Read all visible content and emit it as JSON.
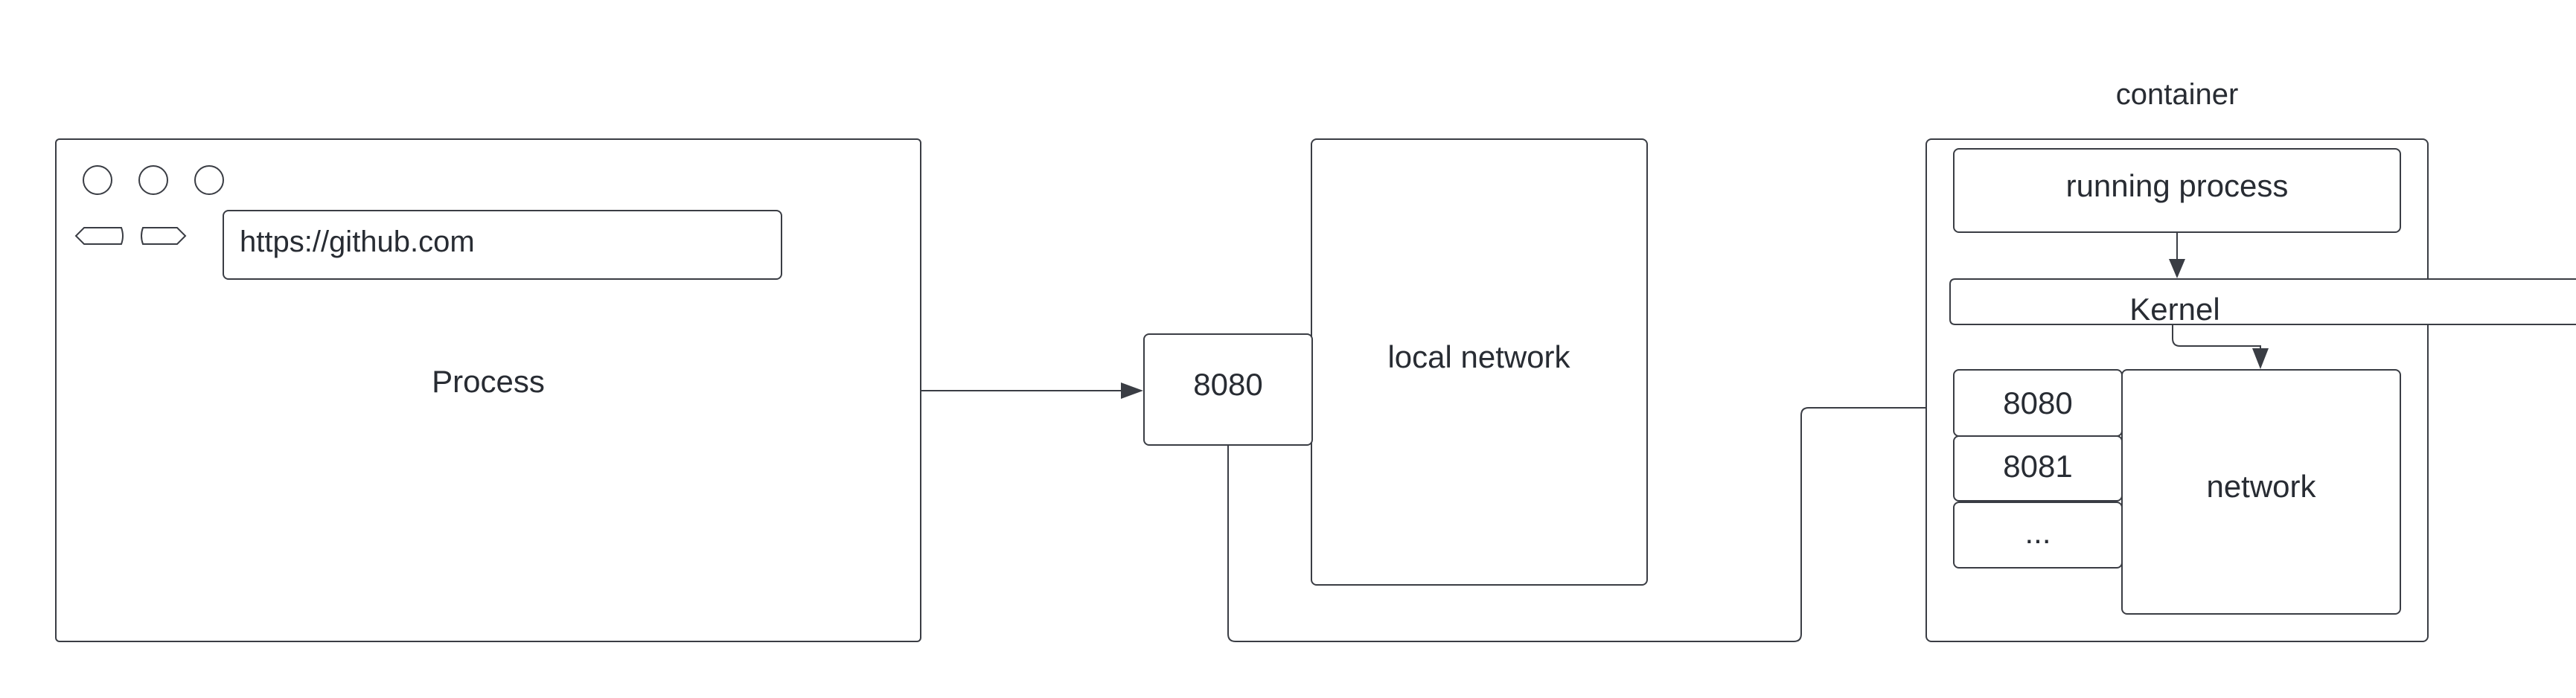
{
  "browser": {
    "address": "https://github.com",
    "process_label": "Process"
  },
  "local_port": {
    "label": "8080"
  },
  "local_network": {
    "label": "local network"
  },
  "container": {
    "title": "container",
    "running_process": "running process",
    "kernel": "Kernel",
    "ports": [
      "8080",
      "8081",
      "..."
    ],
    "network": "network"
  },
  "colors": {
    "stroke": "#3a3d44",
    "text": "#282c33",
    "background": "#ffffff"
  }
}
